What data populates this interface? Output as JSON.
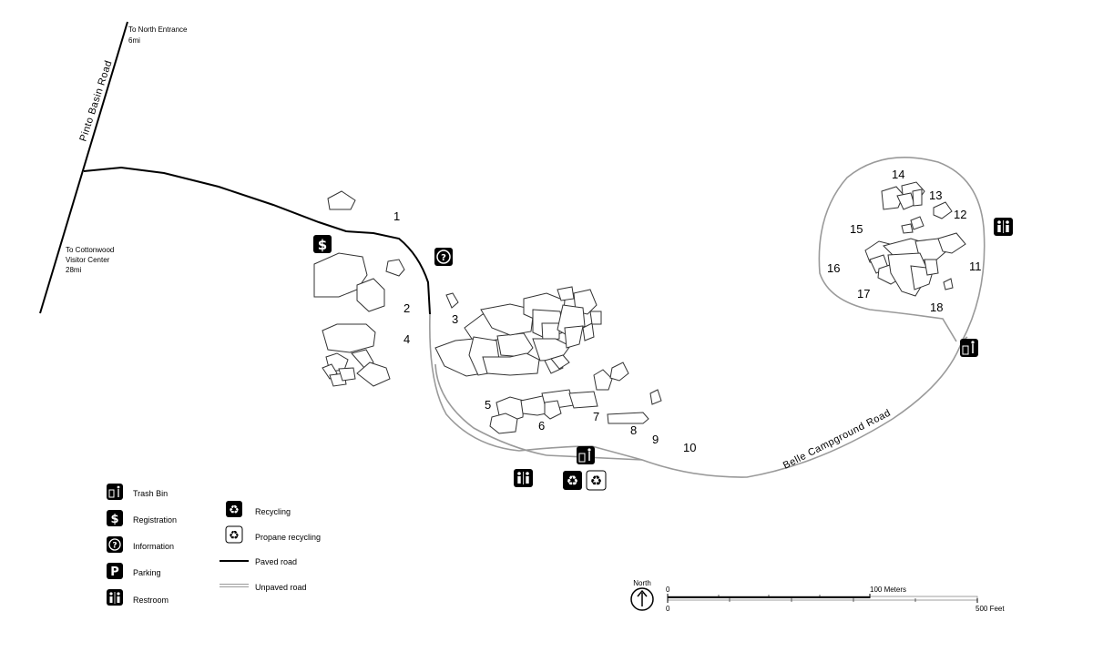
{
  "roads": {
    "pinto_basin": "Pinto Basin Road",
    "belle_campground": "Belle Campground Road"
  },
  "directions": {
    "north_entrance_line1": "To North Entrance",
    "north_entrance_line2": "6mi",
    "cottonwood_line1": "To Cottonwood",
    "cottonwood_line2": "Visitor Center",
    "cottonwood_line3": "28mi"
  },
  "sites": [
    "1",
    "2",
    "3",
    "4",
    "5",
    "6",
    "7",
    "8",
    "9",
    "10",
    "11",
    "12",
    "13",
    "14",
    "15",
    "16",
    "17",
    "18"
  ],
  "legend": {
    "trash": "Trash Bin",
    "registration": "Registration",
    "information": "Information",
    "parking": "Parking",
    "restroom": "Restroom",
    "recycling": "Recycling",
    "propane": "Propane recycling",
    "paved": "Paved road",
    "unpaved": "Unpaved road"
  },
  "scale": {
    "north": "North",
    "zero_top": "0",
    "meters": "100 Meters",
    "zero_bottom": "0",
    "feet": "500 Feet"
  },
  "colors": {
    "paved_road": "#000000",
    "unpaved_road": "#999999",
    "icon_fill": "#000000"
  },
  "icons": [
    "trash-bin-icon",
    "dollar-icon",
    "question-icon",
    "parking-icon",
    "restroom-icon",
    "recycling-icon",
    "propane-recycling-icon"
  ]
}
